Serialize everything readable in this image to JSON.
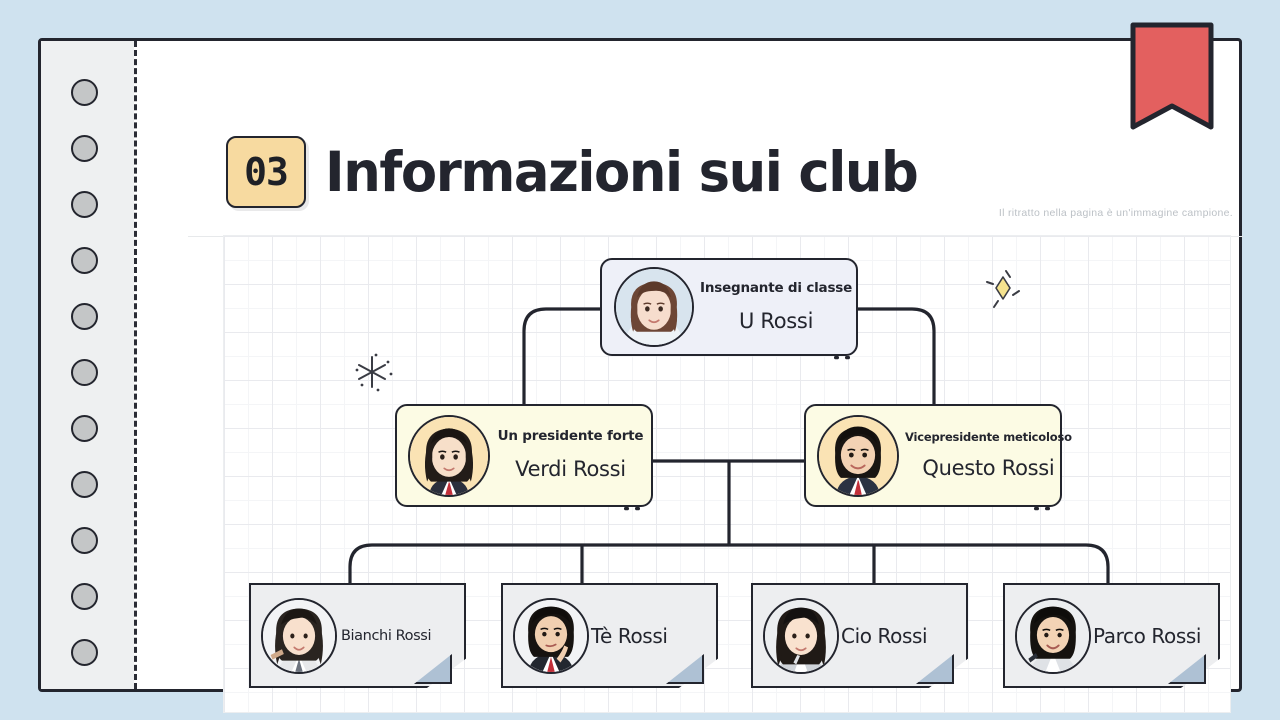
{
  "theme": {
    "canvas_bg": "#cfe2ef",
    "page_bg": "#ffffff",
    "ink": "#23252e",
    "badge_bg": "#f7daa0",
    "bookmark_red": "#e3605f",
    "top_card_bg": "#eef0f8",
    "mid_card_bg": "#fcfbe4",
    "leaf_card_bg": "#edeef0",
    "fold_blue": "#aec1d4",
    "grid_line": "#e9eaee"
  },
  "header": {
    "number": "03",
    "title": "Informazioni sui club",
    "sample_note": "Il ritratto nella pagina è un'immagine campione."
  },
  "chart_data": {
    "type": "diagram",
    "diagram_kind": "organization-chart",
    "title": "Informazioni sui club",
    "levels": [
      {
        "level": 1,
        "nodes": [
          {
            "id": "teacher",
            "role": "Insegnante di classe",
            "name": "U Rossi",
            "style": "blue"
          }
        ]
      },
      {
        "level": 2,
        "nodes": [
          {
            "id": "president",
            "role": "Un presidente forte",
            "name": "Verdi Rossi",
            "style": "yellow"
          },
          {
            "id": "vicepresident",
            "role": "Vicepresidente meticoloso",
            "name": "Questo Rossi",
            "style": "yellow"
          }
        ]
      },
      {
        "level": 3,
        "nodes": [
          {
            "id": "member1",
            "role": "",
            "name": "Bianchi Rossi",
            "style": "gray"
          },
          {
            "id": "member2",
            "role": "",
            "name": "Tè Rossi",
            "style": "gray"
          },
          {
            "id": "member3",
            "role": "",
            "name": "Cio Rossi",
            "style": "gray"
          },
          {
            "id": "member4",
            "role": "",
            "name": "Parco Rossi",
            "style": "gray"
          }
        ]
      }
    ],
    "edges": [
      {
        "from": "teacher",
        "to": "president"
      },
      {
        "from": "teacher",
        "to": "vicepresident"
      },
      {
        "from": "president",
        "to": "vicepresident"
      },
      {
        "from": "president",
        "to": "member1"
      },
      {
        "from": "president",
        "to": "member2"
      },
      {
        "from": "vicepresident",
        "to": "member3"
      },
      {
        "from": "vicepresident",
        "to": "member4"
      }
    ]
  },
  "nodes": {
    "teacher": {
      "role": "Insegnante di classe",
      "name": "U Rossi"
    },
    "president": {
      "role": "Un presidente forte",
      "name": "Verdi Rossi"
    },
    "vicepresident": {
      "role": "Vicepresidente meticoloso",
      "name": "Questo Rossi"
    },
    "member1": {
      "name": "Bianchi Rossi"
    },
    "member2": {
      "name": "Tè Rossi"
    },
    "member3": {
      "name": "Cio Rossi"
    },
    "member4": {
      "name": "Parco Rossi"
    }
  },
  "decorations": {
    "binder_hole_count": 11,
    "sparkle_star_label": "star-sparkle",
    "sparkle_diamond_label": "diamond-sparkle",
    "bookmark_label": "bookmark-ribbon"
  }
}
